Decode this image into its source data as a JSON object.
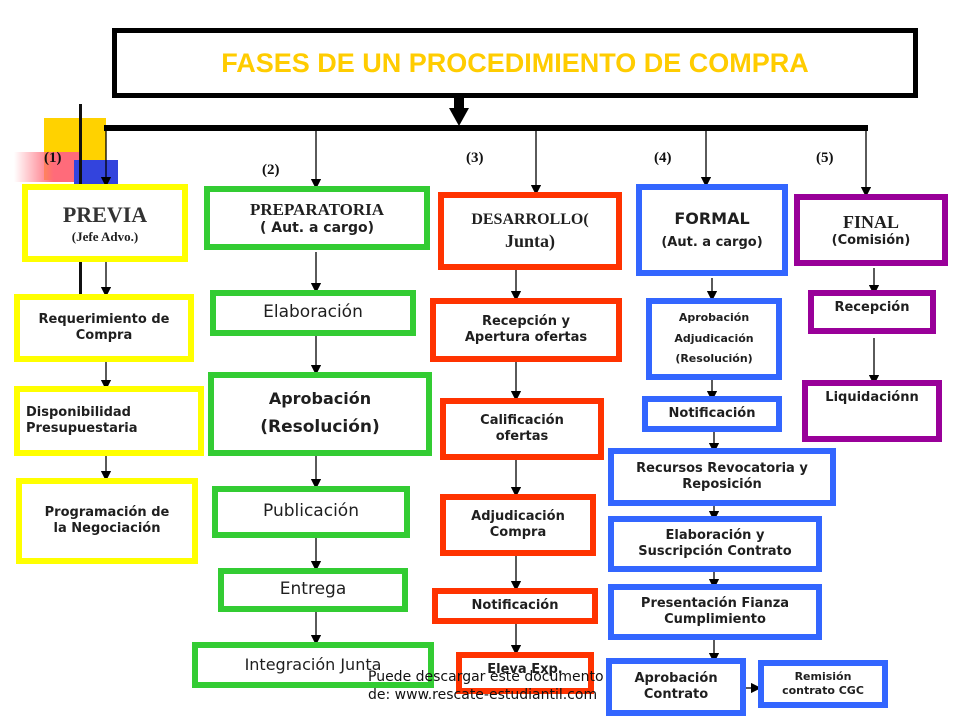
{
  "title": "FASES DE UN PROCEDIMIENTO DE COMPRA",
  "phases": [
    {
      "number": "(1)",
      "name": "PREVIA",
      "sub": "(Jefe Advo.)"
    },
    {
      "number": "(2)",
      "name": "PREPARATORIA",
      "sub": "( Aut. a cargo)"
    },
    {
      "number": "(3)",
      "name": "DESARROLLO(",
      "sub": "Junta)"
    },
    {
      "number": "(4)",
      "name": "FORMAL",
      "sub": "(Aut.  a cargo)"
    },
    {
      "number": "(5)",
      "name": "FINAL",
      "sub": "(Comisión)"
    }
  ],
  "col1": [
    "Requerimiento de Compra",
    "Disponibilidad Presupuestaria",
    "Programación de la Negociación"
  ],
  "col2": [
    "Elaboración",
    "Aprobación",
    "(Resolución)",
    "Publicación",
    "Entrega",
    "Integración Junta"
  ],
  "col3": [
    "Recepción y Apertura ofertas",
    "Calificación ofertas",
    "Adjudicación Compra",
    "Notificación",
    "Eleva Exp."
  ],
  "col4": [
    "Aprobación",
    "Adjudicación",
    "(Resolución)",
    "Notificación",
    "Recursos Revocatoria y Reposición",
    "Elaboración y Suscripción Contrato",
    "Presentación Fianza Cumplimiento",
    "Aprobación Contrato",
    "Remisión contrato CGC"
  ],
  "col5": [
    "Recepción",
    "Liquidaciónn"
  ],
  "footer": {
    "line1": "Puede descargar este documento",
    "line2": "de: www.rescate-estudiantil.com"
  },
  "colors": {
    "title": "#ffcc00",
    "yellow": "#ffff00",
    "green": "#33cc33",
    "red": "#ff3300",
    "blue": "#3366ff",
    "purple": "#990099"
  }
}
